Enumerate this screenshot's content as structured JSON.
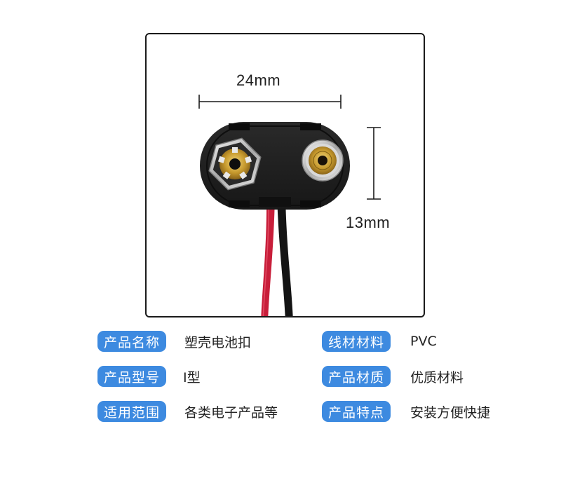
{
  "product_image": {
    "alt": "9V battery snap connector, I-type, red and black wires",
    "dimensions": {
      "width_label": "24mm",
      "height_label": "13mm"
    },
    "colors": {
      "frame_border": "#1a1a1a",
      "connector_body": "#1e1e1e",
      "contact_gold": "#c9a23a",
      "contact_silver": "#d8d8d8",
      "wire_red": "#c81e3a",
      "wire_black": "#141414"
    }
  },
  "specs": {
    "accent_color": "#3d8ae0",
    "left": [
      {
        "label": "产品名称",
        "value": "塑壳电池扣"
      },
      {
        "label": "产品型号",
        "value": "I型"
      },
      {
        "label": "适用范围",
        "value": "各类电子产品等"
      }
    ],
    "right": [
      {
        "label": "线材材料",
        "value": "PVC"
      },
      {
        "label": "产品材质",
        "value": "优质材料"
      },
      {
        "label": "产品特点",
        "value": "安装方便快捷"
      }
    ]
  }
}
